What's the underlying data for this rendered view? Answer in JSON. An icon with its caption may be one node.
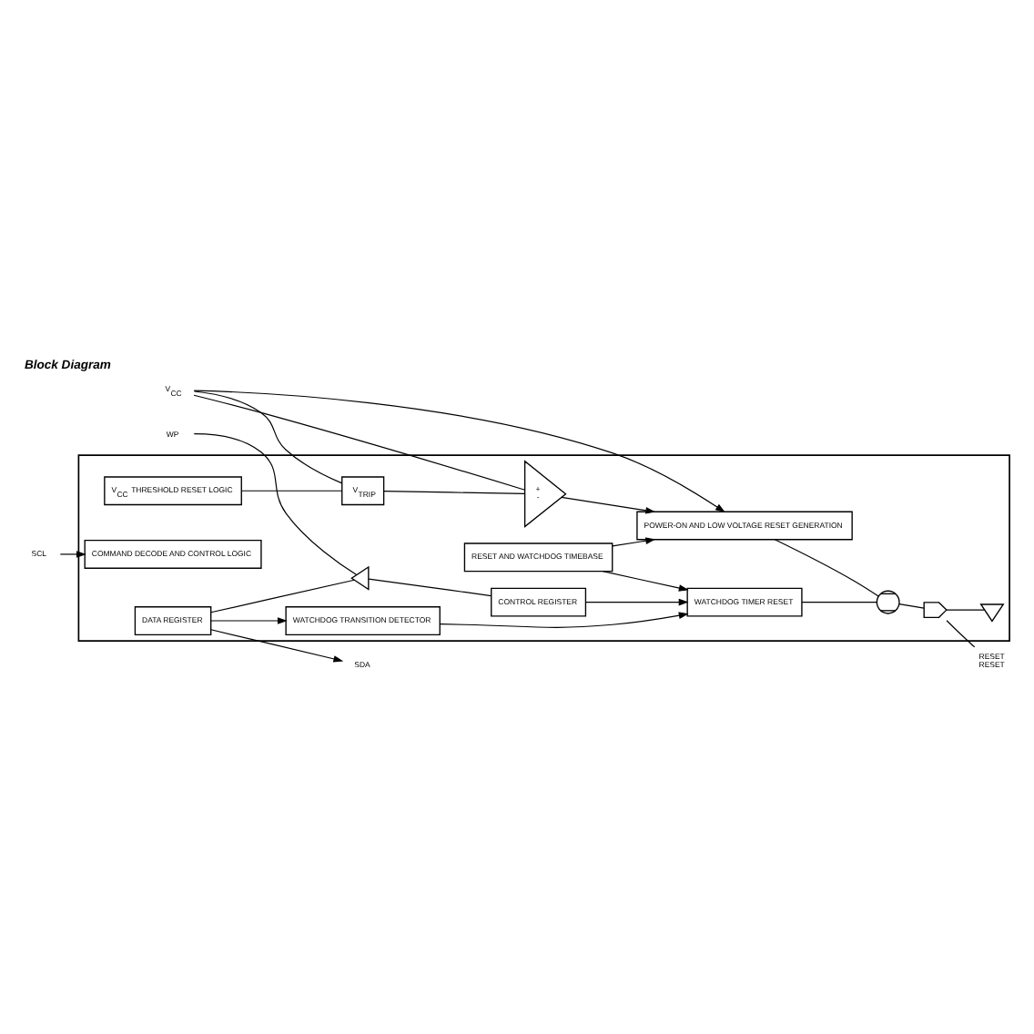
{
  "diagram": {
    "title": "Block Diagram",
    "nodes": [
      {
        "text": [],
        "shape": "box"
      },
      {
        "text": [
          "WP"
        ]
      },
      {
        "text": [
          "SDA"
        ]
      },
      {
        "text": [
          "SCL"
        ]
      },
      {
        "text": [
          "V$_{CC}$"
        ]
      },
      {
        "text": [
          "WATCHDOG TRANSITION DETECTOR"
        ],
        "in": 0
      },
      {
        "text": [
          "DATA REGISTER"
        ],
        "in": 0
      },
      {
        "text": [
          "COMMAND DECODE AND CONTROL LOGIC"
        ],
        "in": 0
      },
      {
        "text": [
          "V$_{CC}$ THRESHOLD RESET LOGIC"
        ],
        "in": 0
      },
      {
        "text": [],
        "shape": "triangle",
        "in": 0
      },
      {
        "text": [
          "CONTROL REGISTER"
        ],
        "in": 0
      },
      {
        "text": [
          "WATCHDOG TIMER RESET"
        ],
        "in": 0
      },
      {
        "text": [
          "RESET AND WATCHDOG TIMEBASE"
        ],
        "in": 0
      },
      {
        "text": [
          "POWER-ON AND LOW VOLTAGE RESET GENERATION"
        ],
        "in": 0
      },
      {
        "text": [
          "V$_{TRIP}$"
        ],
        "in": 0
      },
      {
        "text": [
          "+",
          "-"
        ],
        "in": 0
      },
      {
        "text": [],
        "shape": "gate",
        "in": 0
      },
      {
        "text": [],
        "shape": "transistor",
        "in": 0
      },
      {
        "text": [],
        "shape": "ground",
        "in": 0
      },
      {
        "text": [
          "RESET",
          "RESET"
        ]
      }
    ],
    "edges": [
      {
        "from": 1,
        "to": 9,
        "arrow": "none"
      },
      {
        "from": 6,
        "to": 2,
        "arrow": "to"
      },
      {
        "from": 3,
        "to": 7,
        "arrow": "to"
      },
      {
        "from": 6,
        "to": 5,
        "arrow": "to"
      },
      {
        "from": 6,
        "to": 9,
        "arrow": "none"
      },
      {
        "from": 9,
        "to": 10,
        "arrow": "none"
      },
      {
        "from": 5,
        "to": 11,
        "arrow": "to"
      },
      {
        "from": 10,
        "to": 11,
        "arrow": "to"
      },
      {
        "from": 12,
        "to": 11,
        "arrow": "to"
      },
      {
        "from": 12,
        "to": 13,
        "arrow": "to"
      },
      {
        "from": 11,
        "to": 16,
        "arrow": "none"
      },
      {
        "from": 13,
        "to": 16,
        "arrow": "none"
      },
      {
        "from": 16,
        "to": 17,
        "arrow": "none"
      },
      {
        "from": 17,
        "to": 19,
        "arrow": "none"
      },
      {
        "from": 17,
        "to": 18,
        "arrow": "none"
      },
      {
        "from": 4,
        "to": 13,
        "arrow": "to"
      },
      {
        "from": 4,
        "to": 15,
        "arrow": "none"
      },
      {
        "from": 4,
        "to": 14,
        "arrow": "none"
      },
      {
        "from": 8,
        "to": 14,
        "arrow": "none"
      },
      {
        "from": 14,
        "to": 15,
        "arrow": "none"
      },
      {
        "from": 15,
        "to": 13,
        "arrow": "to"
      }
    ]
  }
}
